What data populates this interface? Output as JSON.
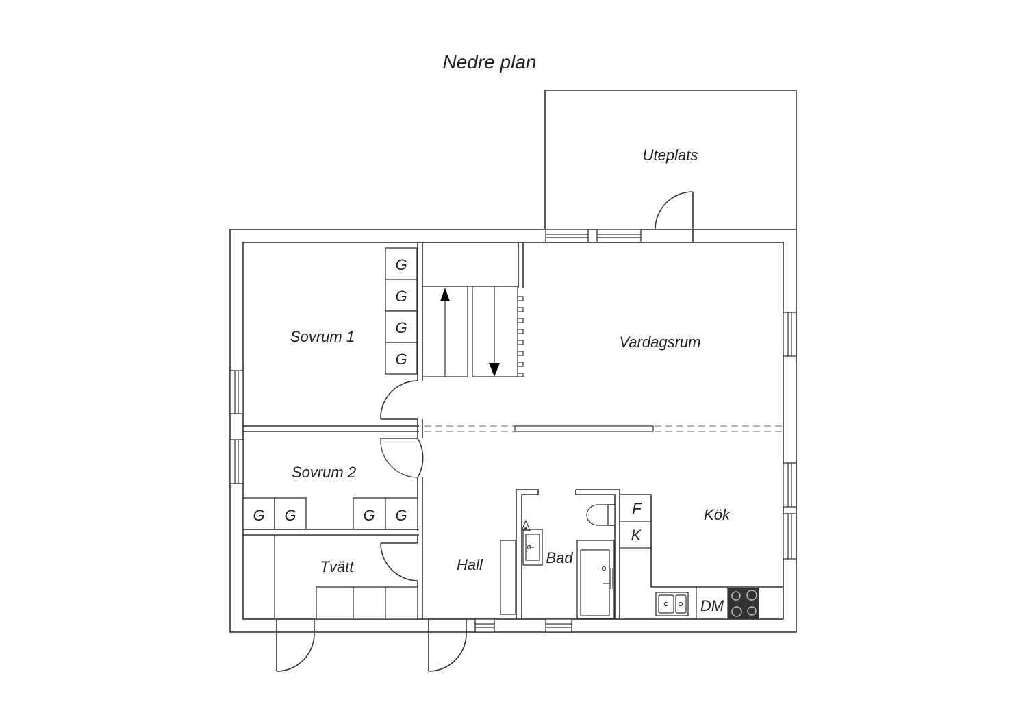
{
  "plan": {
    "title": "Nedre plan",
    "rooms": {
      "uteplats": "Uteplats",
      "sovrum1": "Sovrum 1",
      "vardagsrum": "Vardagsrum",
      "sovrum2": "Sovrum 2",
      "kok": "Kök",
      "tvatt": "Tvätt",
      "hall": "Hall",
      "bad": "Bad"
    },
    "markers": {
      "wardrobe": "G",
      "fridge": "F",
      "freezer": "K",
      "dishwasher": "DM"
    },
    "colors": {
      "line": "#333333",
      "stove": "#333333",
      "background": "#ffffff"
    }
  }
}
